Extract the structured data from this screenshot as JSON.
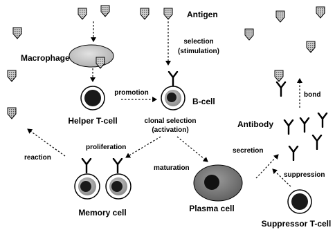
{
  "labels": {
    "antigen": "Antigen",
    "macrophage": "Macrophage",
    "helper_t_cell": "Helper T-cell",
    "b_cell": "B-cell",
    "selection_line1": "selection",
    "selection_line2": "(stimulation)",
    "promotion": "promotion",
    "clonal_line1": "clonal selection",
    "clonal_line2": "(activation)",
    "antibody": "Antibody",
    "bond": "bond",
    "reaction": "reaction",
    "proliferation": "proliferation",
    "maturation": "maturation",
    "secretion": "secretion",
    "suppression": "suppression",
    "memory_cell": "Memory cell",
    "plasma_cell": "Plasma cell",
    "suppressor_t_cell": "Suppressor T-cell"
  }
}
